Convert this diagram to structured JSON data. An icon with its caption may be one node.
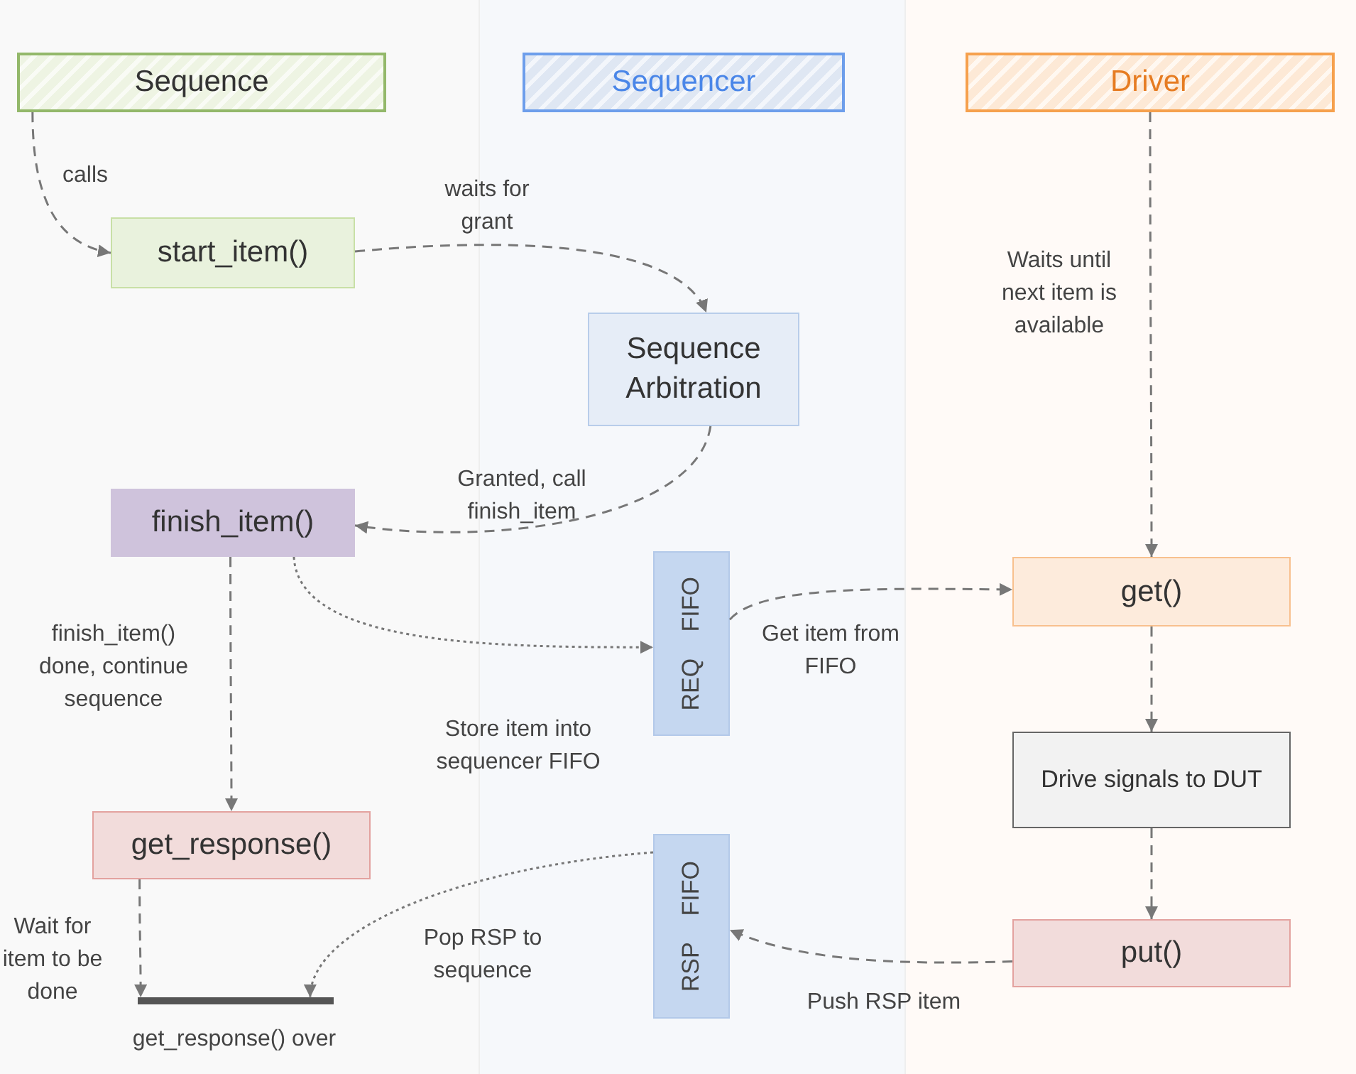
{
  "diagram": {
    "nodes": [
      {
        "text": [
          "Sequence"
        ]
      },
      {
        "text": [
          "Sequencer"
        ]
      },
      {
        "text": [
          "Driver"
        ]
      },
      {
        "text": [
          "start_item()"
        ]
      },
      {
        "text": [
          "Sequence Arbitration"
        ]
      },
      {
        "text": [
          "finish_item()"
        ]
      },
      {
        "text": [
          "REQ FIFO"
        ]
      },
      {
        "text": [
          "get()"
        ]
      },
      {
        "text": [
          "Drive signals to DUT"
        ]
      },
      {
        "text": [
          "get_response()"
        ]
      },
      {
        "text": [
          "RSP FIFO"
        ]
      },
      {
        "text": [
          "put()"
        ]
      },
      {
        "text": [],
        "shape": "bar",
        "beside": [
          "get_response() over"
        ]
      }
    ],
    "edges": [
      {
        "from": 0,
        "to": 3,
        "arrow": "to",
        "label": "calls"
      },
      {
        "from": 3,
        "to": 4,
        "arrow": "to",
        "label": "waits for grant"
      },
      {
        "from": 4,
        "to": 5,
        "arrow": "to",
        "label": "Granted, call finish_item"
      },
      {
        "from": 5,
        "to": 6,
        "arrow": "to",
        "label": "Store item into sequencer FIFO",
        "style": "dashed"
      },
      {
        "from": 6,
        "to": 7,
        "arrow": "to",
        "label": "Get item from FIFO"
      },
      {
        "from": 2,
        "to": 7,
        "arrow": "to",
        "label": "Waits until next item is available"
      },
      {
        "from": 7,
        "to": 8,
        "arrow": "to"
      },
      {
        "from": 8,
        "to": 11,
        "arrow": "to"
      },
      {
        "from": 11,
        "to": 10,
        "arrow": "to",
        "label": "Push RSP item"
      },
      {
        "from": 10,
        "to": 12,
        "arrow": "to",
        "label": "Pop RSP to sequence",
        "style": "dashed"
      },
      {
        "from": 5,
        "to": 9,
        "arrow": "to",
        "label": "finish_item() done, continue sequence"
      },
      {
        "from": 9,
        "to": 12,
        "arrow": "to",
        "label": "Wait for item to be done"
      }
    ]
  }
}
